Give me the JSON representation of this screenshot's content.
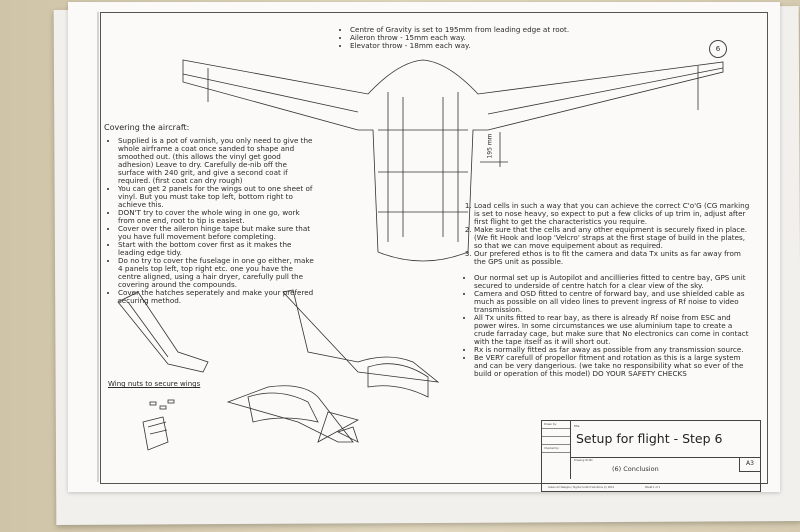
{
  "header_notes": [
    "Centre of Gravity is set to 195mm from leading edge at root.",
    "Aileron throw   - 15mm each way.",
    "Elevator throw  - 18mm each way."
  ],
  "page_number": "6",
  "dimension_label": "195 mm",
  "covering": {
    "heading": "Covering the aircraft:",
    "items": [
      "Supplied is a pot of varnish, you only need to give the whole airframe a coat once sanded to shape and smoothed out. (this allows the vinyl get good adhesion) Leave to dry. Carefully de-nib off the surface with 240 grit, and give a second coat if required. (first coat can dry rough)",
      "You can get 2 panels for the wings out to one sheet of vinyl. But you must take top left, bottom right to achieve this.",
      "DON'T try to cover the whole wing in one go, work from one end, root to tip is easiest.",
      "Cover over the aileron hinge tape but make sure that you have full movement before completing.",
      "Start with the bottom cover first as it makes the leading edge tidy.",
      "Do no try to cover the fuselage in one go either, make 4 panels top left, top right etc. one you have the centre aligned, using a hair dryer, carefully pull the covering around the compounds.",
      "Cover the hatches seperately and make your prefered securing method."
    ]
  },
  "wing_nuts_caption": "Wing nuts to secure wings",
  "setup_steps": [
    "Load cells in such a way that you can achieve the correct C'o'G (CG marking is set to nose heavy, so expect to put a few clicks of up trim in, adjust after first flight to get the characteristics you require.",
    "Make sure that the cells and any other equipment is securely fixed in place. (We fit Hook and loop 'Velcro' straps at the first stage of build in the plates, so that we can move equipement about as required.",
    "Our prefered ethos is to fit the camera and data Tx units as far away from the GPS unit as possible."
  ],
  "setup_notes": [
    "Our normal set up is Autopilot and ancillieries fitted to centre bay, GPS unit secured to underside of centre hatch for a clear view of the sky.",
    "Camera and OSD fitted to centre of forward bay, and use shielded cable as much as possible on all video lines to prevent ingress of Rf noise to video transmission.",
    "All Tx units fitted to rear bay, as there is already Rf noise from ESC and power wires. In some circumstances we use aluminium tape to create a crude farraday cage, but make sure that No electronics can come in contact with the tape itself as it will short out.",
    "Rx is normally fitted as far away as possible from any transmission source.",
    "Be VERY carefull of propellor fitment and rotation as this is a large system and can be very dangerious. (we take no responsibility what so ever of the build or operation of this model) DO YOUR SAFETY CHECKS"
  ],
  "title_block": {
    "drawn_by_label": "Drawn by:",
    "checked_by_label": "Checked by:",
    "title_label": "Title",
    "title": "Setup for flight - Step 6",
    "drawing_id_label": "Drawing ID NO",
    "subtitle": "(6) Conclusion",
    "size": "A3",
    "footer": "Green Air Designs / Sigma Control Solutions (c) 2012",
    "sheet": "Sheet 1 of 1"
  },
  "colors": {
    "paper": "#fbfaf8",
    "background": "#d9ceb4",
    "ink": "#2a2a2a"
  }
}
